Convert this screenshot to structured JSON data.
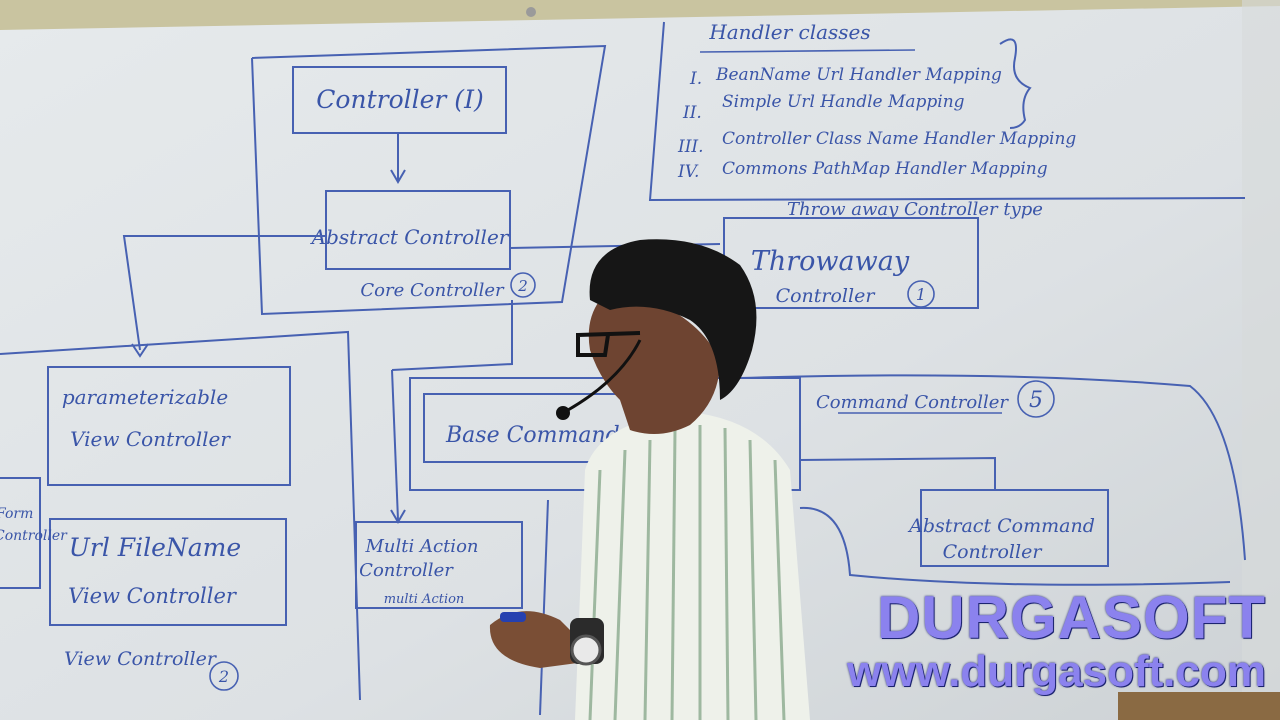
{
  "board": {
    "controller_i": "Controller (I)",
    "abstract_controller": "Abstract Controller",
    "core_controller": "Core Controller",
    "core_badge": "2",
    "handler_title": "Handler classes",
    "handler_items": [
      {
        "num": "I.",
        "text": "BeanName Url Handler Mapping"
      },
      {
        "num": "II.",
        "text": "Simple Url Handle Mapping"
      },
      {
        "num": "III.",
        "text": "Controller Class Name Handler Mapping"
      },
      {
        "num": "IV.",
        "text": "Commons PathMap Handler Mapping"
      }
    ],
    "throwaway_type": "Throw away Controller type",
    "throwaway_line1": "Throwaway",
    "throwaway_line2": "Controller",
    "throwaway_badge": "1",
    "param_line1": "parameterizable",
    "param_line2": "View Controller",
    "urlfile_line1": "Url FileName",
    "urlfile_line2": "View Controller",
    "view_controller": "View Controller",
    "view_badge": "2",
    "base_command": "Base Command Controller",
    "multi_line1": "Multi Action",
    "multi_line2": "Controller",
    "multi_line3": "multi Action",
    "command_controller": "Command Controller",
    "command_badge": "5",
    "abs_command_line1": "Abstract Command",
    "abs_command_line2": "Controller",
    "form_line1": "Form",
    "form_line2": "Controller"
  },
  "watermark": {
    "brand": "DURGASOFT",
    "url": "www.durgasoft.com"
  },
  "colors": {
    "ink": "#4761b2",
    "board": "#dfe3e6",
    "watermark": "#8b82ee"
  }
}
